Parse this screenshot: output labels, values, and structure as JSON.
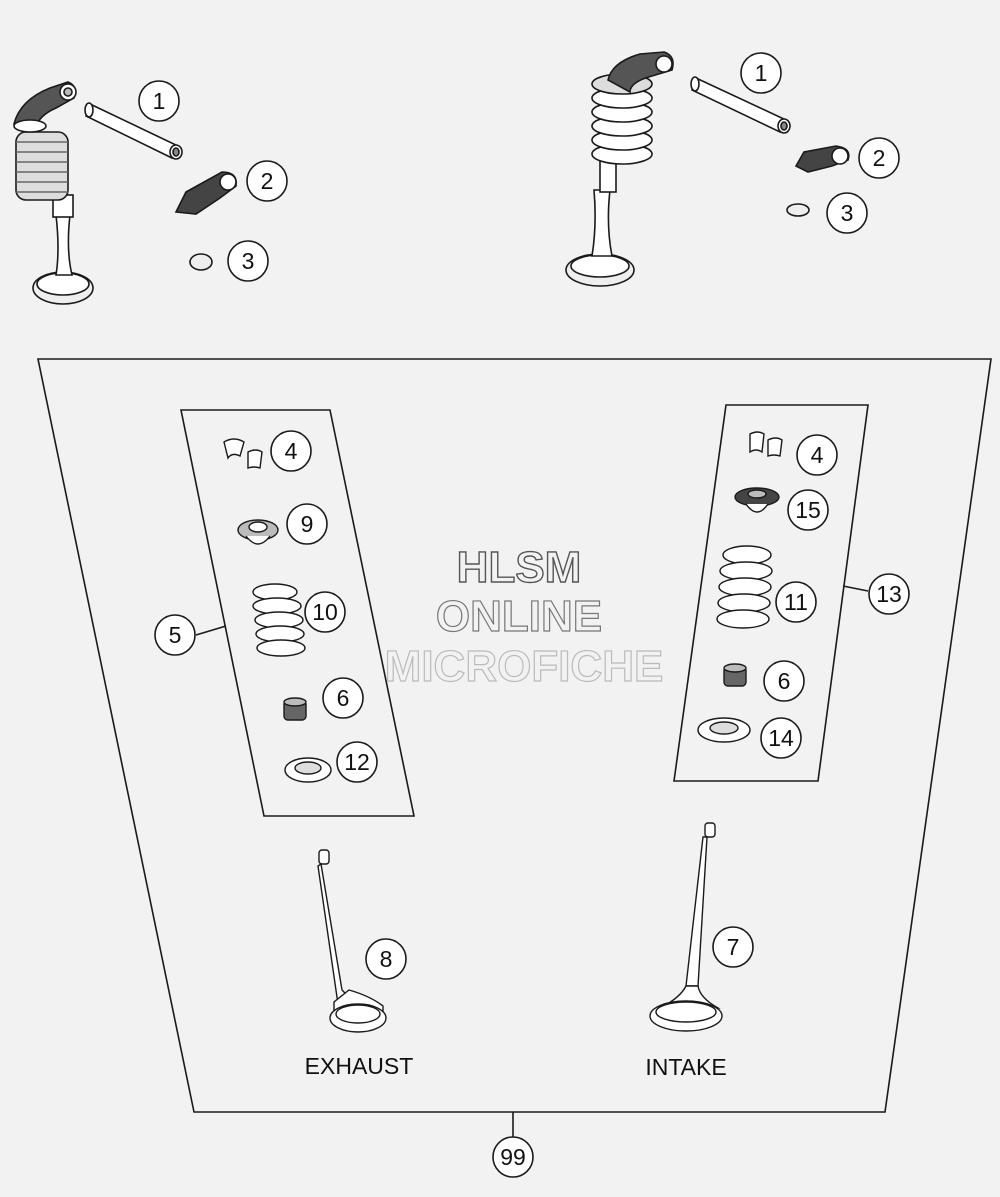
{
  "watermark": {
    "line1": "HLSM",
    "line2": "ONLINE",
    "line3": "MICROFICHE"
  },
  "labels": {
    "exhaust": "EXHAUST",
    "intake": "INTAKE"
  },
  "callouts": {
    "c1_left": "1",
    "c2_left": "2",
    "c3_left": "3",
    "c1_right": "1",
    "c2_right": "2",
    "c3_right": "3",
    "c4_left": "4",
    "c9": "9",
    "c10": "10",
    "c5": "5",
    "c6_left": "6",
    "c12": "12",
    "c4_right": "4",
    "c15": "15",
    "c11": "11",
    "c13": "13",
    "c6_right": "6",
    "c14": "14",
    "c8": "8",
    "c7": "7",
    "c99": "99"
  }
}
